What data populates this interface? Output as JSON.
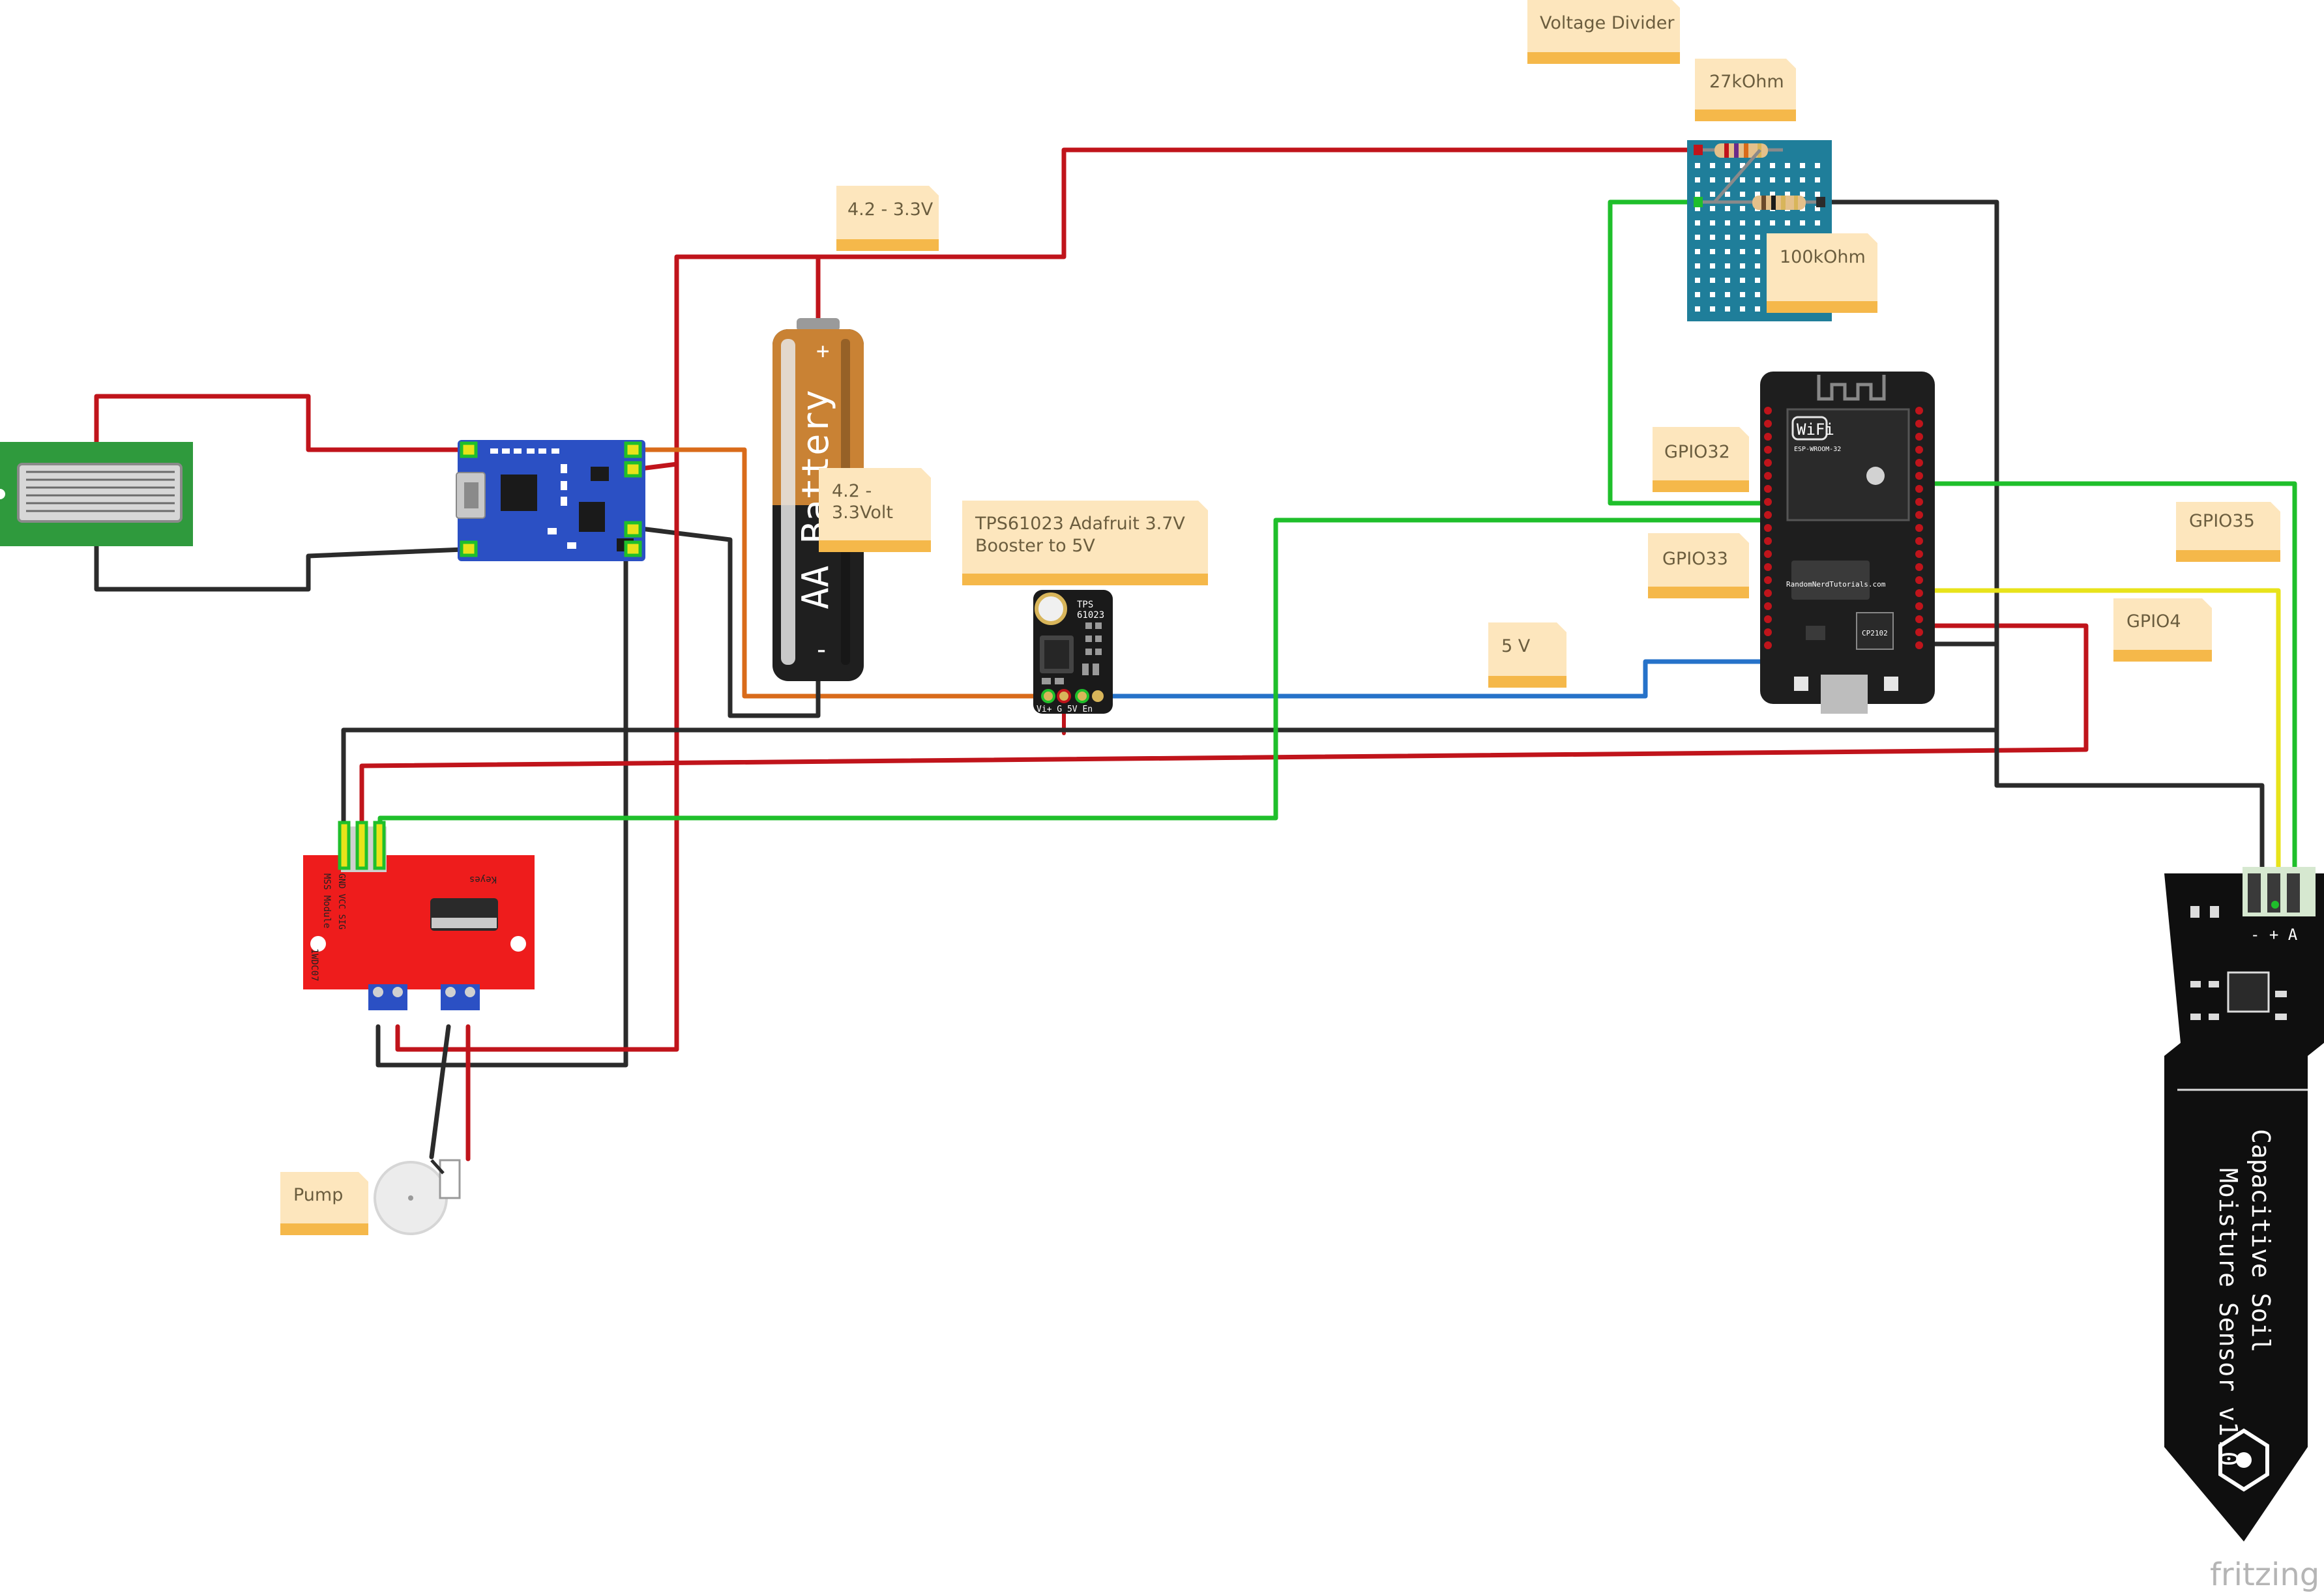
{
  "app": {
    "watermark": "fritzing"
  },
  "notes": {
    "voltage_divider": "Voltage Divider",
    "r27k": "27kOhm",
    "r100k": "100kOhm",
    "batt_range": "4.2 - 3.3V",
    "batt_range2_line1": "4.2 -",
    "batt_range2_line2": "3.3Volt",
    "booster_line1": "TPS61023 Adafruit 3.7V",
    "booster_line2": "Booster to 5V",
    "gpio32": "GPIO32",
    "gpio33": "GPIO33",
    "gpio35": "GPIO35",
    "gpio4": "GPIO4",
    "v5": "5 V",
    "pump": "Pump"
  },
  "components": {
    "battery_label": "AA Battery",
    "battery_plus": "+",
    "battery_minus": "-",
    "booster_chip_line1": "TPS",
    "booster_chip_line2": "61023",
    "booster_pins": "Vi+  G   5V  En",
    "esp_wifi": "WiFi",
    "esp_module": "ESP-WROOM-32",
    "esp_site": "RandomNerdTutorials.com",
    "esp_usb_chip": "CP2102",
    "relay_brand": "Keyes",
    "relay_name": "MSS Module",
    "relay_pins": "GND VCC SIG",
    "relay_side": "1WDC07",
    "sensor_line1": "Capacitive Soil",
    "sensor_line2": "Moisture Sensor v1.0",
    "sensor_pins": "- + A"
  },
  "colors": {
    "wire_red": "#c0141b",
    "wire_black": "#2b2b2b",
    "wire_green": "#1fbf2b",
    "wire_orange": "#d96b1a",
    "wire_blue": "#2672c9",
    "wire_yellow": "#e8e31a",
    "note_bg": "#fde6bd",
    "note_band": "#f5b84a",
    "pcb_blue": "#2b50c4",
    "relay_red": "#ee1c1c",
    "solar_green": "#2f9a3d",
    "perf_teal": "#1f7e9a"
  }
}
